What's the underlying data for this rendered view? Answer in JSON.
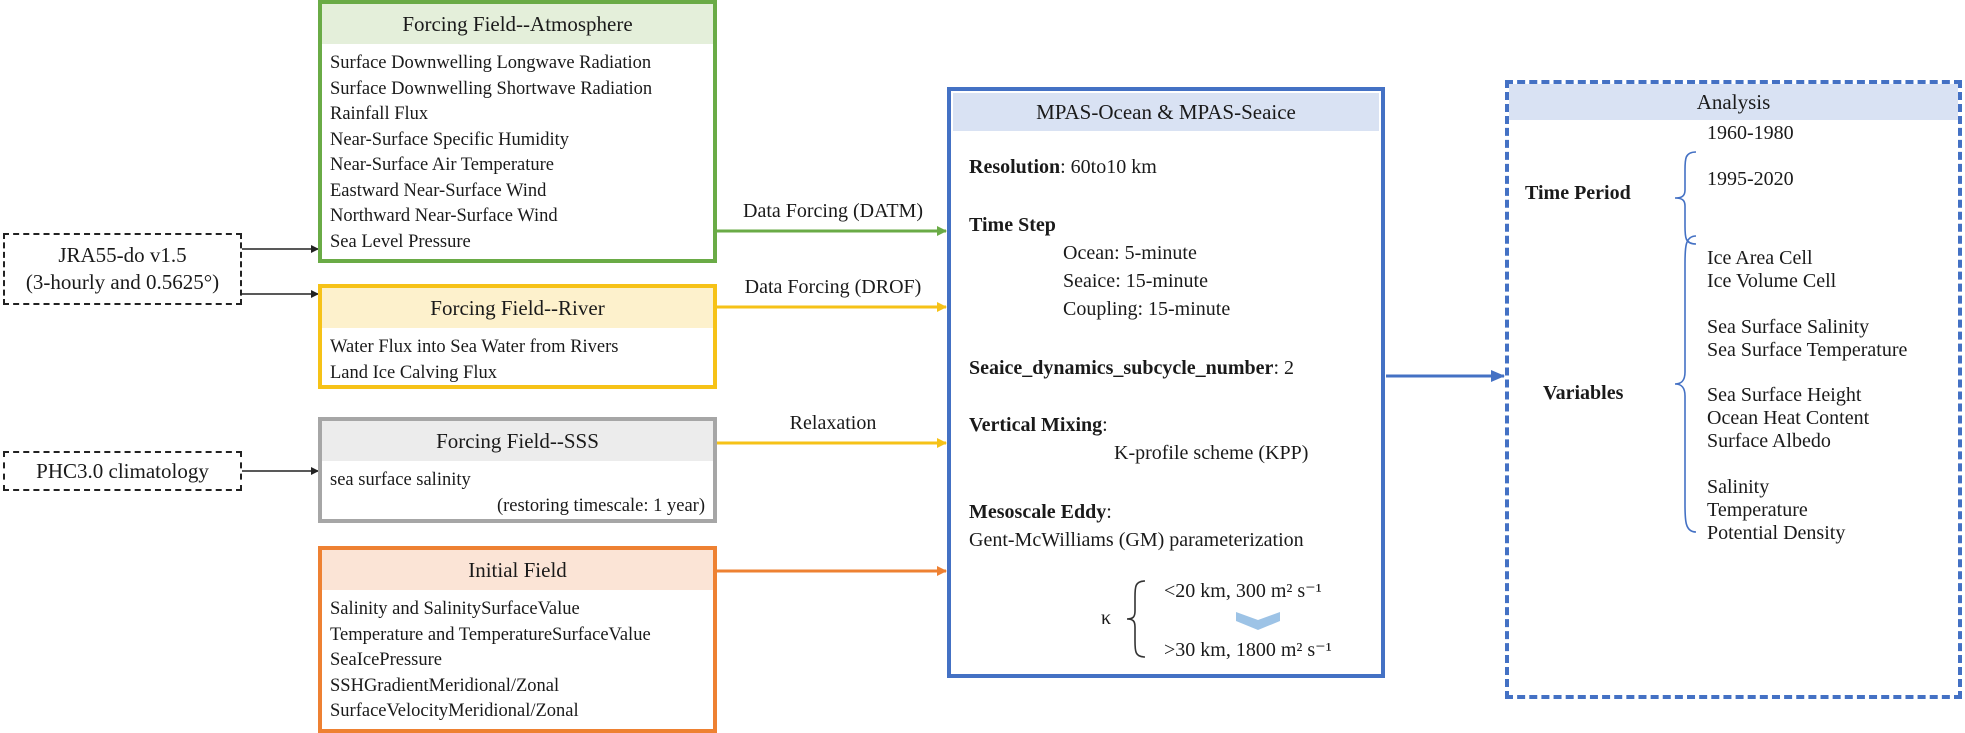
{
  "sources": {
    "jra": {
      "line1": "JRA55-do v1.5",
      "line2": "(3-hourly and 0.5625°)"
    },
    "phc": {
      "label": "PHC3.0 climatology"
    }
  },
  "atmosphere": {
    "title": "Forcing Field--Atmosphere",
    "items": [
      "Surface Downwelling Longwave Radiation",
      "Surface Downwelling Shortwave Radiation",
      "Rainfall Flux",
      "Near-Surface Specific Humidity",
      "Near-Surface Air Temperature",
      "Eastward Near-Surface Wind",
      "Northward Near-Surface Wind",
      "Sea Level Pressure"
    ]
  },
  "river": {
    "title": "Forcing Field--River",
    "items": [
      "Water Flux into Sea Water from Rivers",
      "Land Ice Calving Flux"
    ]
  },
  "sss": {
    "title": "Forcing Field--SSS",
    "item": "sea surface salinity",
    "note": "(restoring timescale: 1 year)"
  },
  "initial": {
    "title": "Initial Field",
    "items": [
      "Salinity and SalinitySurfaceValue",
      "Temperature and TemperatureSurfaceValue",
      "SeaIcePressure",
      "SSHGradientMeridional/Zonal",
      "SurfaceVelocityMeridional/Zonal"
    ]
  },
  "arrows": {
    "datm": "Data Forcing (DATM)",
    "drof": "Data Forcing (DROF)",
    "relax": "Relaxation"
  },
  "model": {
    "title": "MPAS-Ocean & MPAS-Seaice",
    "resolution_key": "Resolution",
    "resolution_val": ": 60to10 km",
    "timestep_key": "Time Step",
    "ocean": "Ocean: 5-minute",
    "seaice": "Seaice: 15-minute",
    "coupling": "Coupling: 15-minute",
    "subcycle_key": "Seaice_dynamics_subcycle_number",
    "subcycle_val": ": 2",
    "mixing_key": "Vertical Mixing",
    "mixing_colon": ":",
    "mixing_val": "K-profile scheme (KPP)",
    "eddy_key": "Mesoscale Eddy",
    "eddy_colon": ":",
    "eddy_val": "Gent-McWilliams (GM) parameterization",
    "kappa": "κ",
    "kappa_low": "<20 km, 300 m² s⁻¹",
    "kappa_high": ">30 km, 1800 m² s⁻¹"
  },
  "analysis": {
    "title": "Analysis",
    "time_period_label": "Time Period",
    "periods": [
      "1960-1980",
      "1995-2020"
    ],
    "variables_label": "Variables",
    "variables": [
      "Ice Area Cell",
      "Ice Volume Cell",
      "Sea Surface Salinity",
      "Sea Surface Temperature",
      "Sea Surface Height",
      "Ocean Heat Content",
      "Surface Albedo",
      "Salinity",
      "Temperature",
      "Potential Density"
    ]
  },
  "colors": {
    "green": "#6aab46",
    "yellow": "#f6c217",
    "grey": "#a6a6a6",
    "orange": "#ee8132",
    "blue": "#4471c4",
    "chevron": "#9dc3e6"
  }
}
